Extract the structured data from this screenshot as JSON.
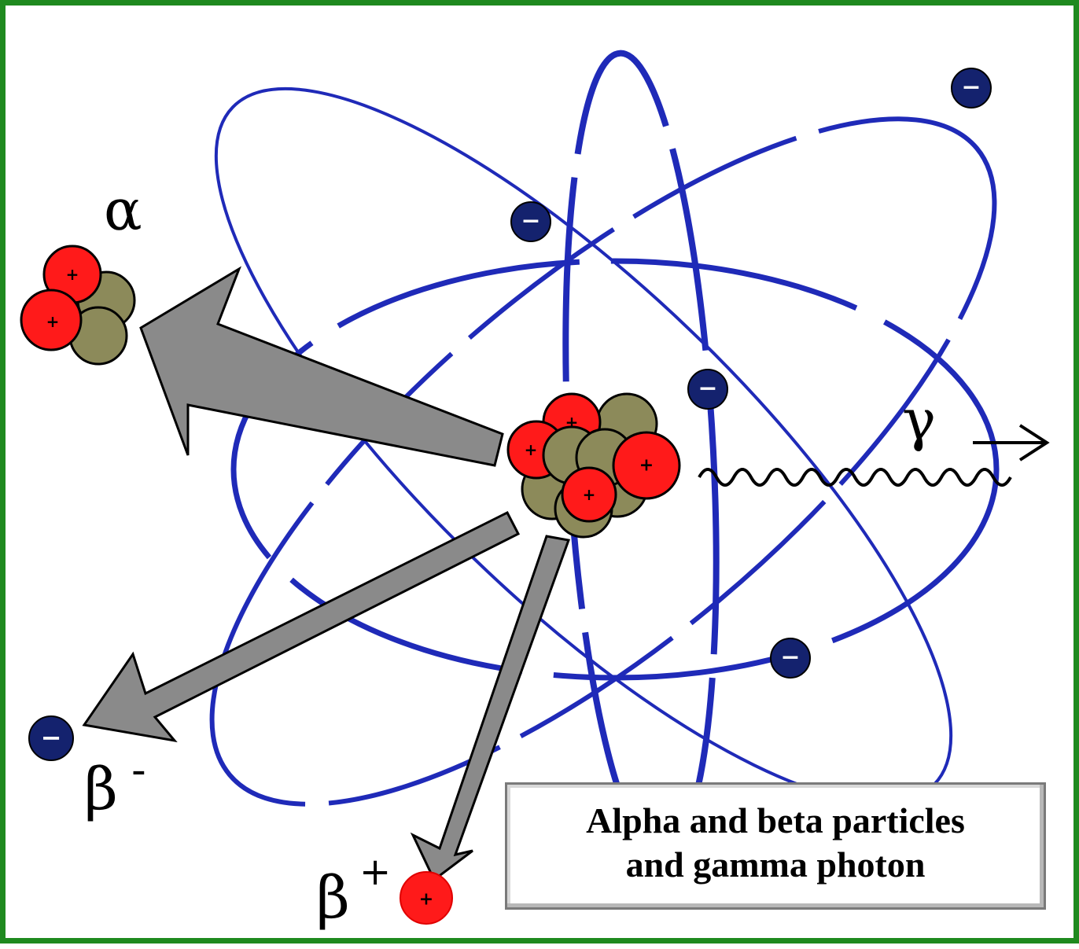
{
  "labels": {
    "alpha": "α",
    "beta_minus_letter": "β",
    "beta_minus_sign": "-",
    "beta_plus_letter": "β",
    "beta_plus_sign": "+",
    "gamma": "γ"
  },
  "caption": {
    "line1": "Alpha and beta particles",
    "line2": "and gamma photon"
  },
  "charges": {
    "electron": "−",
    "proton": "+"
  },
  "colors": {
    "border": "#1f8a1f",
    "orbit": "#1f2ab8",
    "electron": "#14226e",
    "proton": "#ff1a1a",
    "neutron": "#8c8a5a",
    "arrow": "#8a8a8a"
  }
}
